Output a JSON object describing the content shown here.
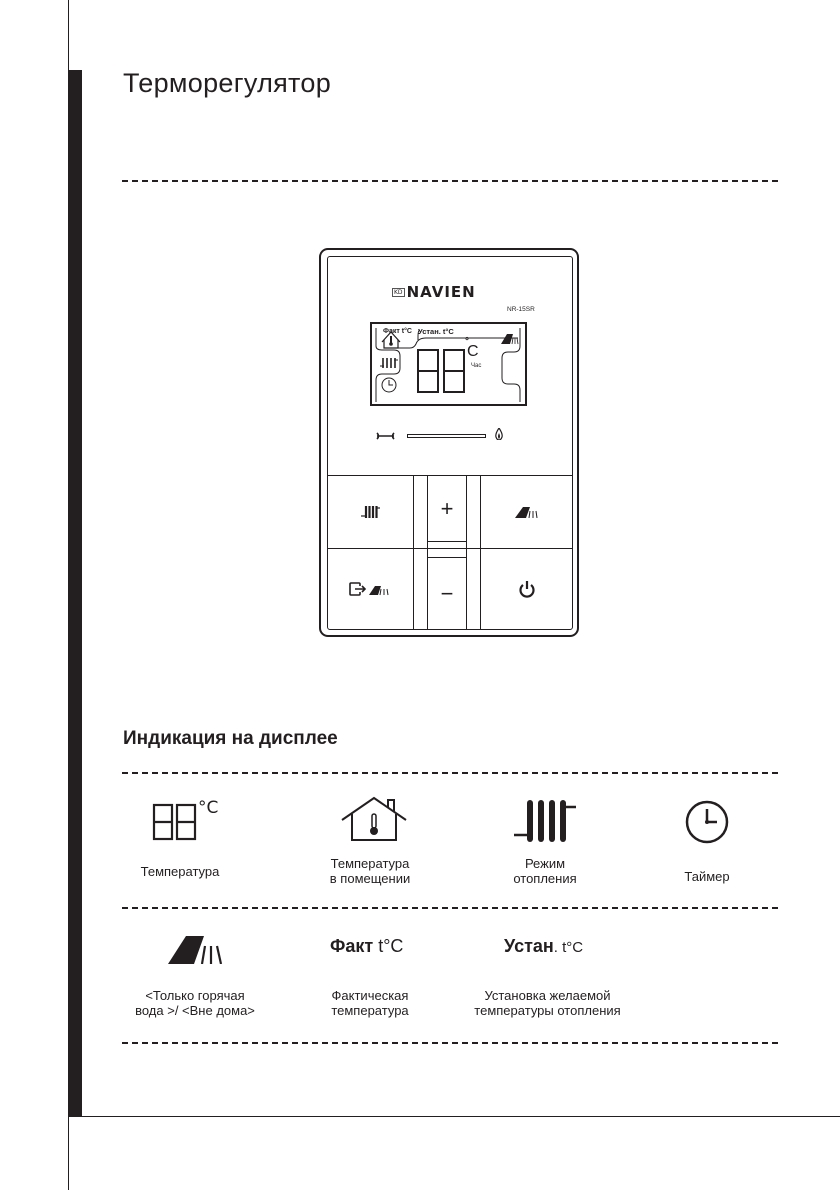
{
  "page": {
    "title": "Терморегулятор",
    "section_title": "Индикация на дисплее"
  },
  "device": {
    "brand": "NAVIEN",
    "brand_badge": "KD",
    "model": "NR-15SR",
    "lcd": {
      "fakt_label": "Факт t°C",
      "ustan_label": "Устан. t°C",
      "digits": "88",
      "unit": "C",
      "degree": "°",
      "hour_label": "Час"
    },
    "status_row": {
      "wrench": "service-wrench",
      "flame": "burner-flame"
    },
    "buttons": [
      {
        "id": "heating-mode",
        "icon": "radiator"
      },
      {
        "id": "plus",
        "label": "+"
      },
      {
        "id": "hot-water",
        "icon": "hot-water-shower"
      },
      {
        "id": "away",
        "icon": "exit-hot-water"
      },
      {
        "id": "minus",
        "label": "−"
      },
      {
        "id": "power",
        "icon": "power"
      }
    ]
  },
  "legend": {
    "row1": [
      {
        "icon": "seven-segment-temperature",
        "label_line1": "Температура",
        "label_line2": ""
      },
      {
        "icon": "house-thermometer",
        "label_line1": "Температура",
        "label_line2": "в помещении"
      },
      {
        "icon": "radiator",
        "label_line1": "Режим",
        "label_line2": "отопления"
      },
      {
        "icon": "clock",
        "label_line1": "Таймер",
        "label_line2": ""
      }
    ],
    "row2": [
      {
        "icon": "hot-water-shower",
        "label_line1": "<Только горячая",
        "label_line2": "вода >/ <Вне дома>"
      },
      {
        "icon": "fakt-text",
        "symbol_main": "Факт",
        "symbol_unit": "t°C",
        "label_line1": "Фактическая",
        "label_line2": "температура"
      },
      {
        "icon": "ustan-text",
        "symbol_main": "Устан",
        "symbol_unit": ". t°C",
        "label_line1": "Установка желаемой",
        "label_line2": "температуры отопления"
      }
    ],
    "seg_unit": "°C"
  }
}
